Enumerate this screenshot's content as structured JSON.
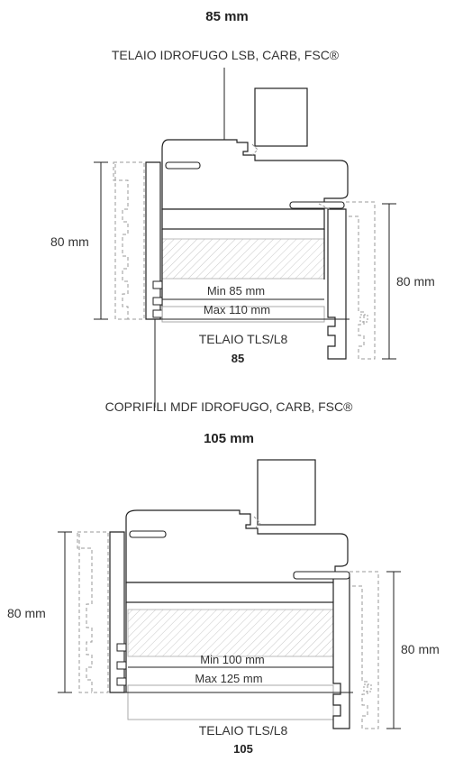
{
  "section1": {
    "title": "85 mm",
    "top_label": "TELAIO IDROFUGO LSB, CARB, FSC®",
    "left_dim": "80 mm",
    "right_dim": "80 mm",
    "min_dim": "Min 85 mm",
    "max_dim": "Max 110 mm",
    "frame_label": "TELAIO TLS/L8",
    "frame_code": "85",
    "bottom_label": "COPRIFILI MDF IDROFUGO, CARB, FSC®"
  },
  "section2": {
    "title": "105 mm",
    "left_dim": "80 mm",
    "right_dim": "80 mm",
    "min_dim": "Min 100 mm",
    "max_dim": "Max 125 mm",
    "frame_label": "TELAIO TLS/L8",
    "frame_code": "105"
  },
  "colors": {
    "line": "#222222",
    "dashed": "#999999",
    "hatch": "#bbbbbb",
    "light": "#aaaaaa"
  }
}
